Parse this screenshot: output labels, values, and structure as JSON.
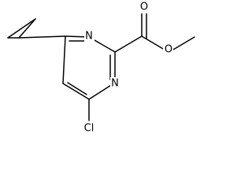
{
  "structure": {
    "atom_labels": {
      "n1": "N",
      "n3": "N",
      "o_carbonyl": "O",
      "o_ester": "O",
      "cl": "Cl"
    }
  }
}
